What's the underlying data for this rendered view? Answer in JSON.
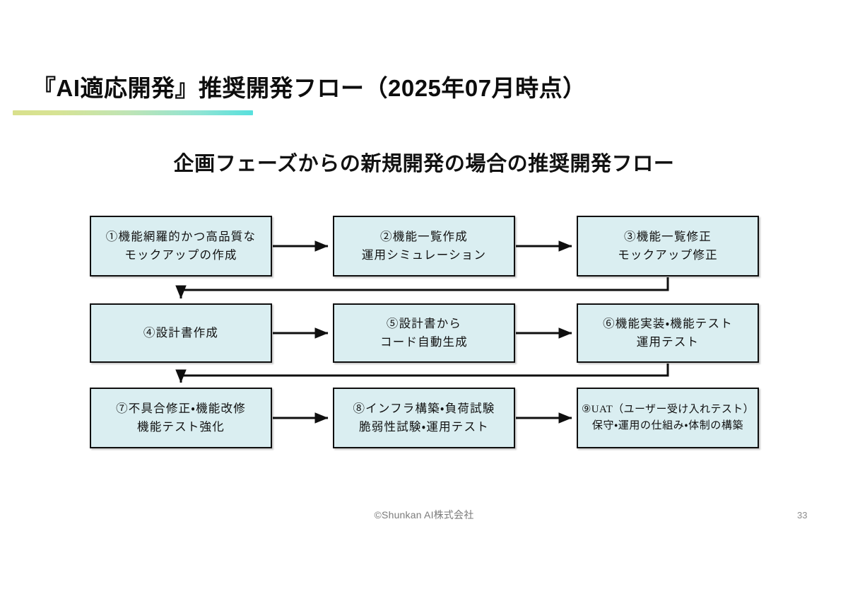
{
  "slide": {
    "title": "『AI適応開発』推奨開発フロー（2025年07月時点）",
    "subtitle": "企画フェーズからの新規開発の場合の推奨開発フロー",
    "page_number": "33",
    "copyright": "©Shunkan AI株式会社",
    "accent_gradient_from": "#d9e08c",
    "accent_gradient_to": "#58e0dd",
    "node_fill": "#daeef1",
    "node_border": "#0f0f0f"
  },
  "flow": {
    "nodes": [
      {
        "id": "1",
        "line1": "①機能網羅的かつ高品質な",
        "line2": "モックアップの作成"
      },
      {
        "id": "2",
        "line1": "②機能一覧作成",
        "line2": "運用シミュレーション"
      },
      {
        "id": "3",
        "line1": "③機能一覧修正",
        "line2": "モックアップ修正"
      },
      {
        "id": "4",
        "line1": "④設計書作成",
        "line2": ""
      },
      {
        "id": "5",
        "line1": "⑤設計書から",
        "line2": "コード自動生成"
      },
      {
        "id": "6",
        "line1": "⑥機能実装・機能テスト",
        "line2": "運用テスト"
      },
      {
        "id": "7",
        "line1": "⑦不具合修正・機能改修",
        "line2": "機能テスト強化"
      },
      {
        "id": "8",
        "line1": "⑧インフラ構築・負荷試験",
        "line2": "脆弱性試験・運用テスト"
      },
      {
        "id": "9",
        "line1": "⑨UAT（ユーザー受け入れテスト）",
        "line2": "保守・運用の仕組み・体制の構築"
      }
    ],
    "connectors": [
      {
        "from": "1",
        "to": "2",
        "kind": "horizontal-arrow"
      },
      {
        "from": "2",
        "to": "3",
        "kind": "horizontal-arrow"
      },
      {
        "from": "3",
        "to": "4",
        "kind": "wrap-down-arrow"
      },
      {
        "from": "4",
        "to": "5",
        "kind": "horizontal-arrow"
      },
      {
        "from": "5",
        "to": "6",
        "kind": "horizontal-arrow"
      },
      {
        "from": "6",
        "to": "7",
        "kind": "wrap-down-arrow"
      },
      {
        "from": "7",
        "to": "8",
        "kind": "horizontal-arrow"
      },
      {
        "from": "8",
        "to": "9",
        "kind": "horizontal-arrow"
      }
    ]
  }
}
